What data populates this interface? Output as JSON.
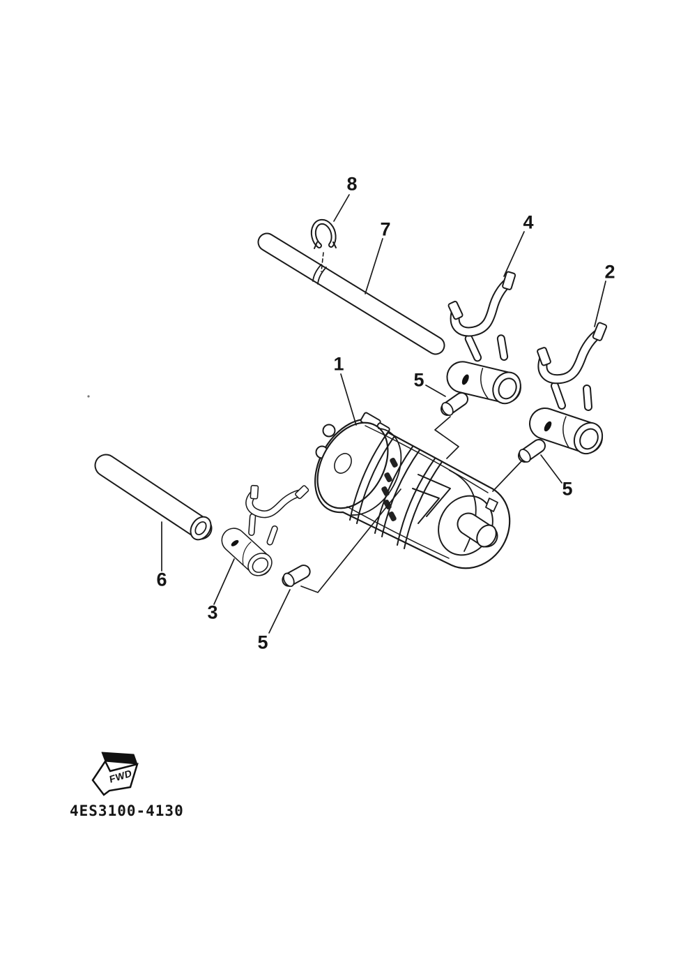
{
  "diagram": {
    "callouts": {
      "c1": "1",
      "c2": "2",
      "c3": "3",
      "c4": "4",
      "c5_top": "5",
      "c5_right": "5",
      "c5_bottom": "5",
      "c6": "6",
      "c7": "7",
      "c8": "8"
    },
    "fwd_marker": {
      "label": "FWD"
    },
    "footer": {
      "part_code": "4ES3100-4130"
    },
    "colors": {
      "line": "#1a1a1a",
      "background": "#ffffff"
    }
  }
}
